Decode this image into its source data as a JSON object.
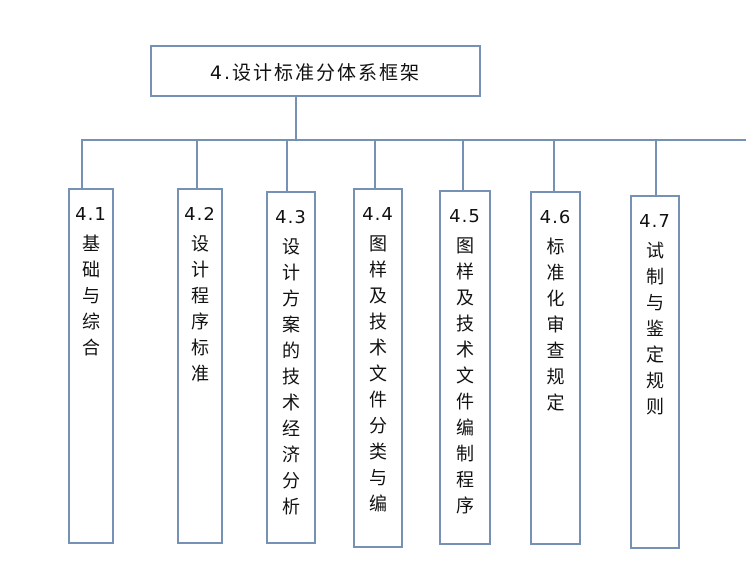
{
  "root": {
    "label": "4.设计标准分体系框架"
  },
  "branches": [
    {
      "num": "4.1",
      "text": "基础与综合"
    },
    {
      "num": "4.2",
      "text": "设计程序标准"
    },
    {
      "num": "4.3",
      "text": "设计方案的技术经济分析"
    },
    {
      "num": "4.4",
      "text": "图样及技术文件分类与编"
    },
    {
      "num": "4.5",
      "text": "图样及技术文件编制程序"
    },
    {
      "num": "4.6",
      "text": "标准化审查规定"
    },
    {
      "num": "4.7",
      "text": "试制与鉴定规则"
    }
  ],
  "colors": {
    "line": "#7592b5",
    "box_border": "#7592b5"
  }
}
